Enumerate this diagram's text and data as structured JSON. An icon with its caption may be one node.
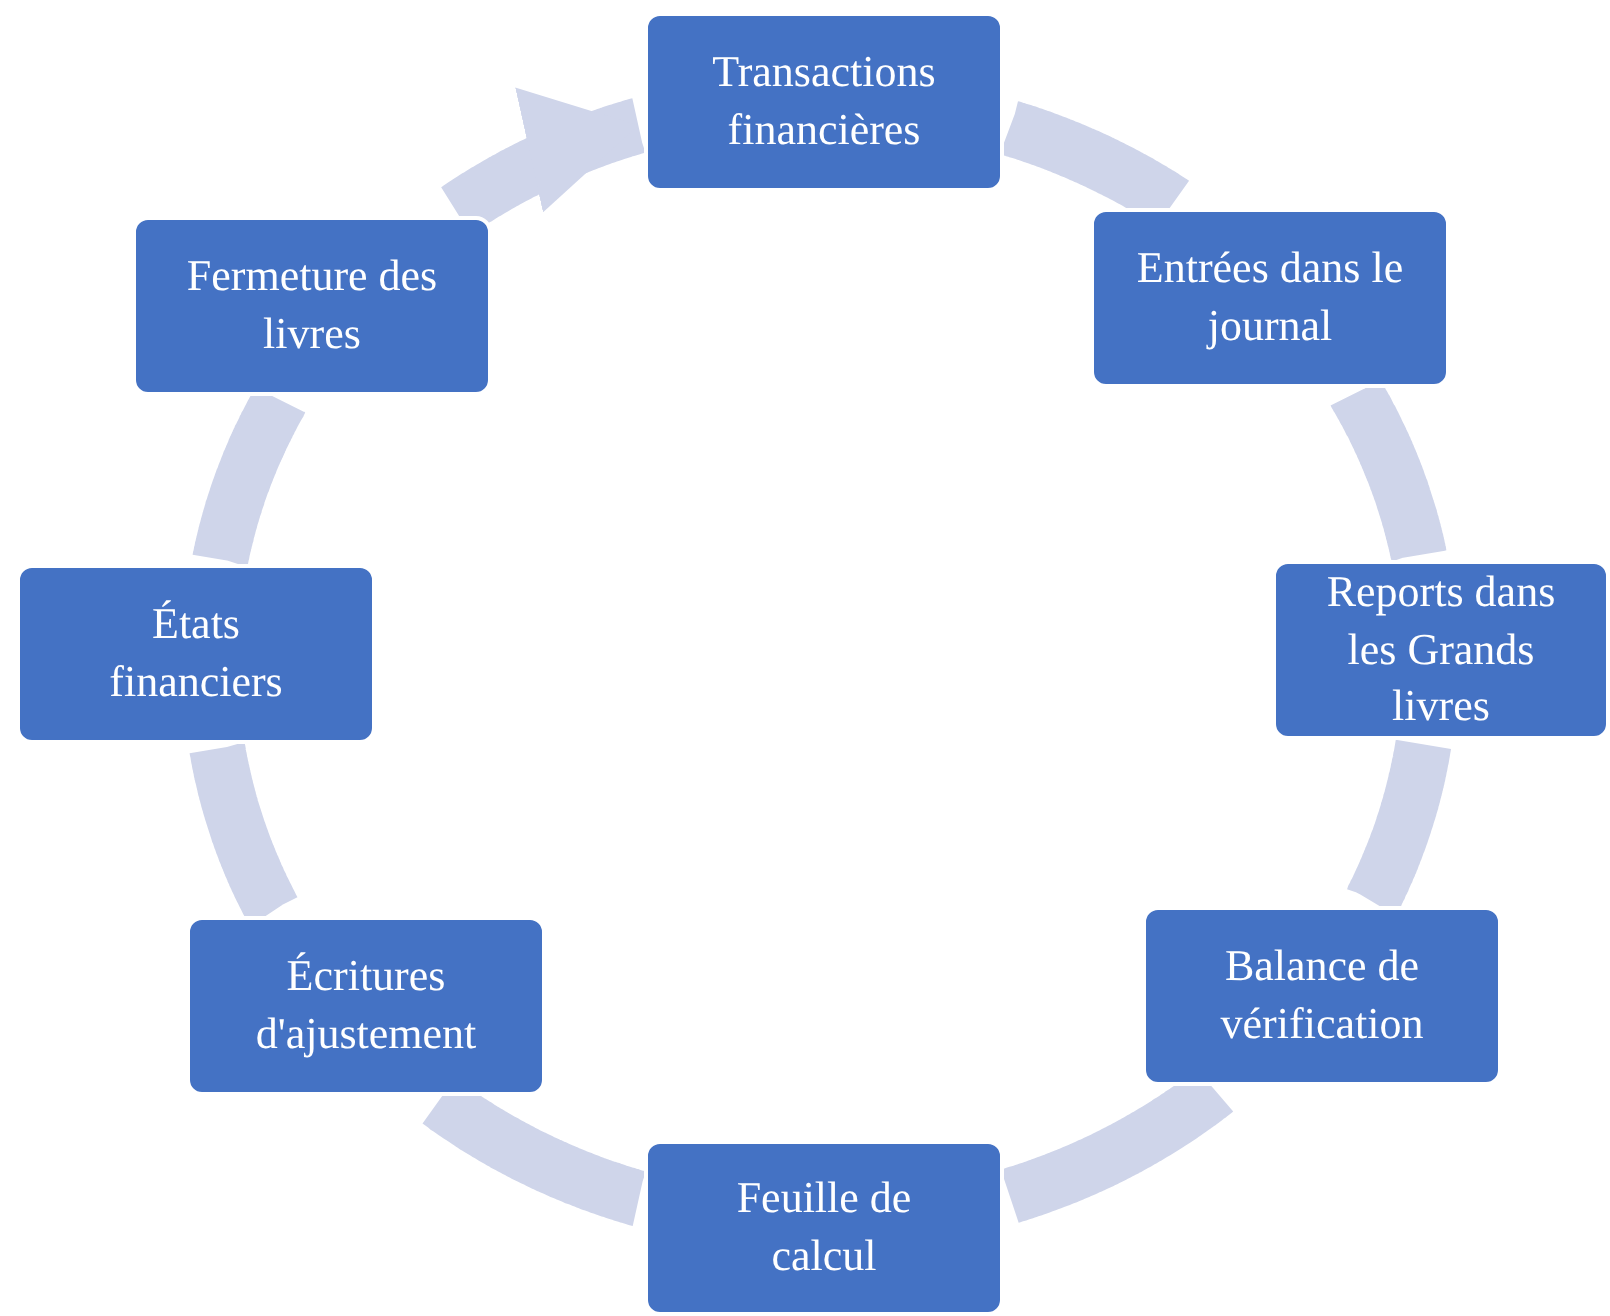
{
  "diagram": {
    "nodes": [
      {
        "text": [
          "Transactions financières"
        ]
      },
      {
        "text": [
          "Entrées dans le journal"
        ]
      },
      {
        "text": [
          "Reports dans les Grands livres"
        ]
      },
      {
        "text": [
          "Balance de vérification"
        ]
      },
      {
        "text": [
          "Feuille de calcul"
        ]
      },
      {
        "text": [
          "Écritures d'ajustement"
        ]
      },
      {
        "text": [
          "États financiers"
        ]
      },
      {
        "text": [
          "Fermeture des livres"
        ]
      }
    ],
    "edges": [
      {
        "from": 0,
        "to": 1,
        "arrow": "none"
      },
      {
        "from": 1,
        "to": 2,
        "arrow": "none"
      },
      {
        "from": 2,
        "to": 3,
        "arrow": "none"
      },
      {
        "from": 3,
        "to": 4,
        "arrow": "none"
      },
      {
        "from": 4,
        "to": 5,
        "arrow": "none"
      },
      {
        "from": 5,
        "to": 6,
        "arrow": "none"
      },
      {
        "from": 6,
        "to": 7,
        "arrow": "none"
      },
      {
        "from": 7,
        "to": 0,
        "arrow": "to"
      }
    ]
  }
}
